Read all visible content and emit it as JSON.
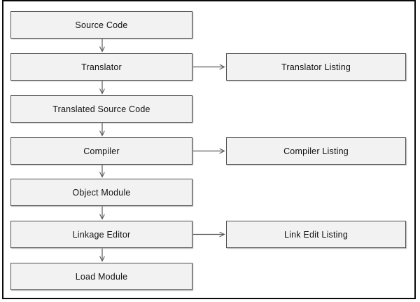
{
  "diagram": {
    "type": "flowchart",
    "flow_nodes": [
      {
        "id": "source-code",
        "label": "Source Code"
      },
      {
        "id": "translator",
        "label": "Translator"
      },
      {
        "id": "translated-source-code",
        "label": "Translated Source Code"
      },
      {
        "id": "compiler",
        "label": "Compiler"
      },
      {
        "id": "object-module",
        "label": "Object Module"
      },
      {
        "id": "linkage-editor",
        "label": "Linkage Editor"
      },
      {
        "id": "load-module",
        "label": "Load Module"
      }
    ],
    "output_nodes": [
      {
        "id": "translator-listing",
        "label": "Translator Listing",
        "from": "translator"
      },
      {
        "id": "compiler-listing",
        "label": "Compiler Listing",
        "from": "compiler"
      },
      {
        "id": "link-edit-listing",
        "label": "Link Edit Listing",
        "from": "linkage-editor"
      }
    ],
    "connections": [
      {
        "from": "source-code",
        "to": "translator",
        "direction": "down"
      },
      {
        "from": "translator",
        "to": "translated-source-code",
        "direction": "down"
      },
      {
        "from": "translated-source-code",
        "to": "compiler",
        "direction": "down"
      },
      {
        "from": "compiler",
        "to": "object-module",
        "direction": "down"
      },
      {
        "from": "object-module",
        "to": "linkage-editor",
        "direction": "down"
      },
      {
        "from": "linkage-editor",
        "to": "load-module",
        "direction": "down"
      },
      {
        "from": "translator",
        "to": "translator-listing",
        "direction": "right"
      },
      {
        "from": "compiler",
        "to": "compiler-listing",
        "direction": "right"
      },
      {
        "from": "linkage-editor",
        "to": "link-edit-listing",
        "direction": "right"
      }
    ],
    "colors": {
      "box_fill": "#f2f2f2",
      "box_border": "#4d4d4d",
      "arrow": "#595959",
      "frame": "#0a0a0a",
      "background": "#ffffff"
    }
  }
}
